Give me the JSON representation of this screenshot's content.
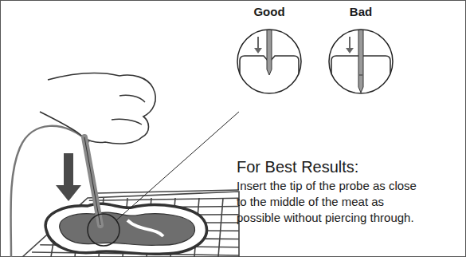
{
  "diagram": {
    "nodes": [
      {
        "text": [
          "Good"
        ]
      },
      {
        "text": [
          "Bad"
        ]
      }
    ],
    "labels": [
      "For Best Results:",
      "Insert the tip of the probe as close to the middle of the meat as possible without piercing through."
    ]
  }
}
